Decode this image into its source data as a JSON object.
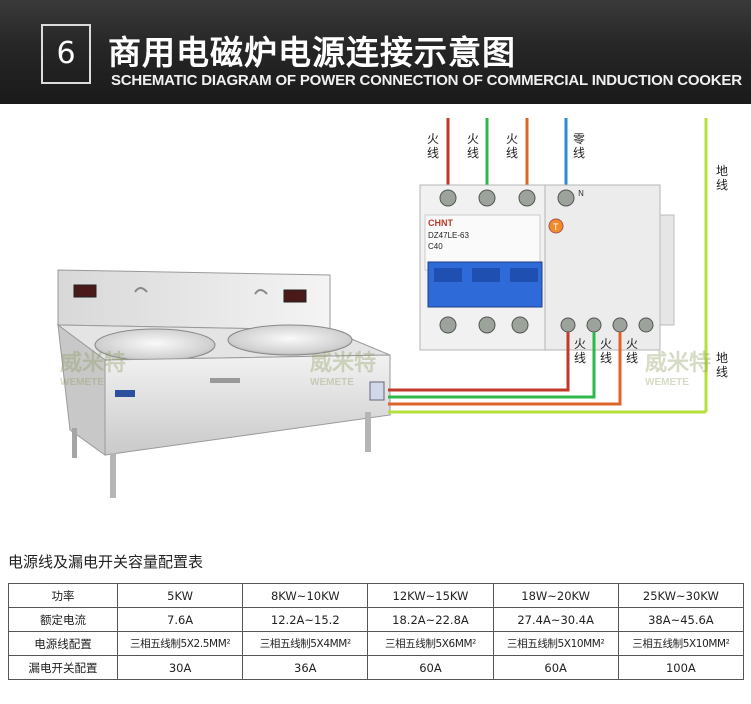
{
  "header": {
    "number": "6",
    "title_cn": "商用电磁炉电源连接示意图",
    "title_en": "SCHEMATIC DIAGRAM OF POWER CONNECTION OF COMMERCIAL INDUCTION COOKER"
  },
  "diagram": {
    "wire_labels": {
      "live1": "火线",
      "live2": "火线",
      "live3": "火线",
      "neutral": "零线",
      "ground_top": "地线",
      "ground_bottom": "地线",
      "out_live1": "火线",
      "out_live2": "火线",
      "out_live3": "火线"
    },
    "breaker": {
      "brand": "CHNT",
      "model": "DZ47LE-63",
      "rating": "C40",
      "neutral_mark": "N",
      "test_button": "T"
    },
    "watermark": {
      "cn": "威米特",
      "en": "WEMETE"
    },
    "colors": {
      "live1": "#c0392b",
      "live2": "#2db84a",
      "live3": "#e0632a",
      "neutral": "#2c8ad6",
      "ground": "#b5e03a",
      "breaker_blue": "#2f6bd8"
    }
  },
  "table": {
    "title": "电源线及漏电开关容量配置表",
    "rows": [
      {
        "header": "功率",
        "cells": [
          "5KW",
          "8KW~10KW",
          "12KW~15KW",
          "18W~20KW",
          "25KW~30KW"
        ]
      },
      {
        "header": "额定电流",
        "cells": [
          "7.6A",
          "12.2A~15.2",
          "18.2A~22.8A",
          "27.4A~30.4A",
          "38A~45.6A"
        ]
      },
      {
        "header": "电源线配置",
        "cells": [
          "三相五线制5X2.5MM²",
          "三相五线制5X4MM²",
          "三相五线制5X6MM²",
          "三相五线制5X10MM²",
          "三相五线制5X10MM²"
        ]
      },
      {
        "header": "漏电开关配置",
        "cells": [
          "30A",
          "36A",
          "60A",
          "60A",
          "100A"
        ]
      }
    ]
  }
}
